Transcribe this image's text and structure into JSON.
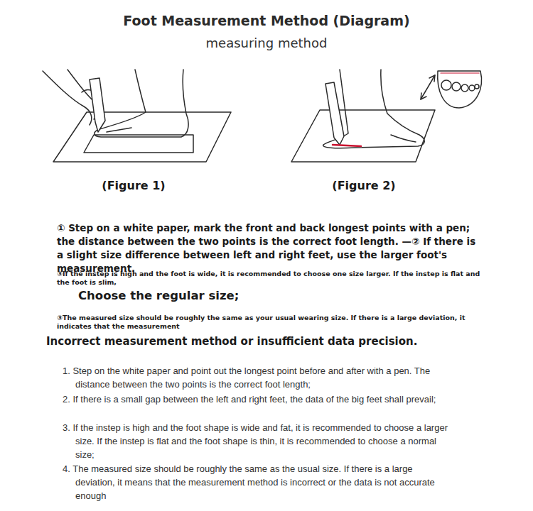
{
  "diagram": {
    "title": "Foot Measurement Method (Diagram)",
    "labels": [
      "measuring method",
      "(Figure 1)",
      "(Figure 2)",
      "① Step on a white paper, mark the front and back longest points with a pen; the distance between the two points is the correct foot length. —② If there is a slight size difference between left and right feet, use the larger foot's measurement.",
      "③If the instep is high and the foot is wide, it is recommended to choose one size larger. If the instep is flat and the foot is slim,",
      "Choose the regular size;",
      "③The measured size should be roughly the same as your usual wearing size. If there is a large deviation, it indicates that the measurement",
      "Incorrect measurement method or insufficient data precision.",
      "1. Step on the white paper and point out the longest point before and after with a pen. The distance between the two points is the correct foot length;",
      "2. If there is a small gap between the left and right feet, the data of the big feet shall prevail;",
      "3. If the instep is high and the foot shape is wide and fat, it is recommended to choose a larger size. If the instep is flat and the foot shape is thin, it is recommended to choose a normal size;",
      "4. The measured size should be roughly the same as the usual size. If there is a large deviation, it means that the measurement method is incorrect or the data is not accurate enough"
    ]
  }
}
